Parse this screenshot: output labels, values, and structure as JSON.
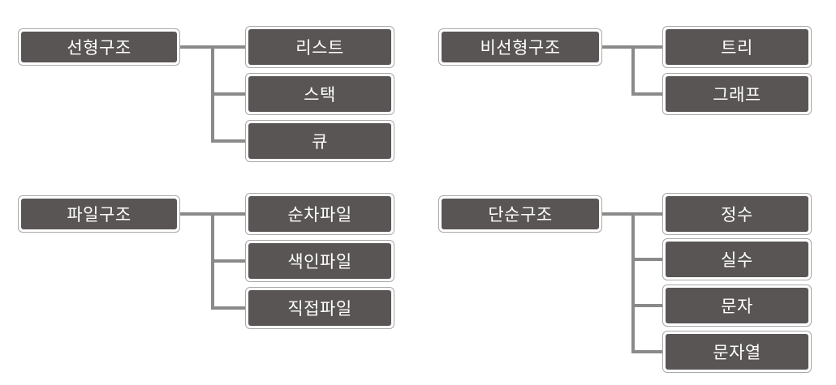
{
  "colors": {
    "box_fill": "#5a5555",
    "box_border": "#a9a9a9",
    "connector": "#8a8a8a",
    "text": "#ffffff"
  },
  "groups": [
    {
      "root": "선형구조",
      "children": [
        "리스트",
        "스택",
        "큐"
      ]
    },
    {
      "root": "비선형구조",
      "children": [
        "트리",
        "그래프"
      ]
    },
    {
      "root": "파일구조",
      "children": [
        "순차파일",
        "색인파일",
        "직접파일"
      ]
    },
    {
      "root": "단순구조",
      "children": [
        "정수",
        "실수",
        "문자",
        "문자열"
      ]
    }
  ]
}
